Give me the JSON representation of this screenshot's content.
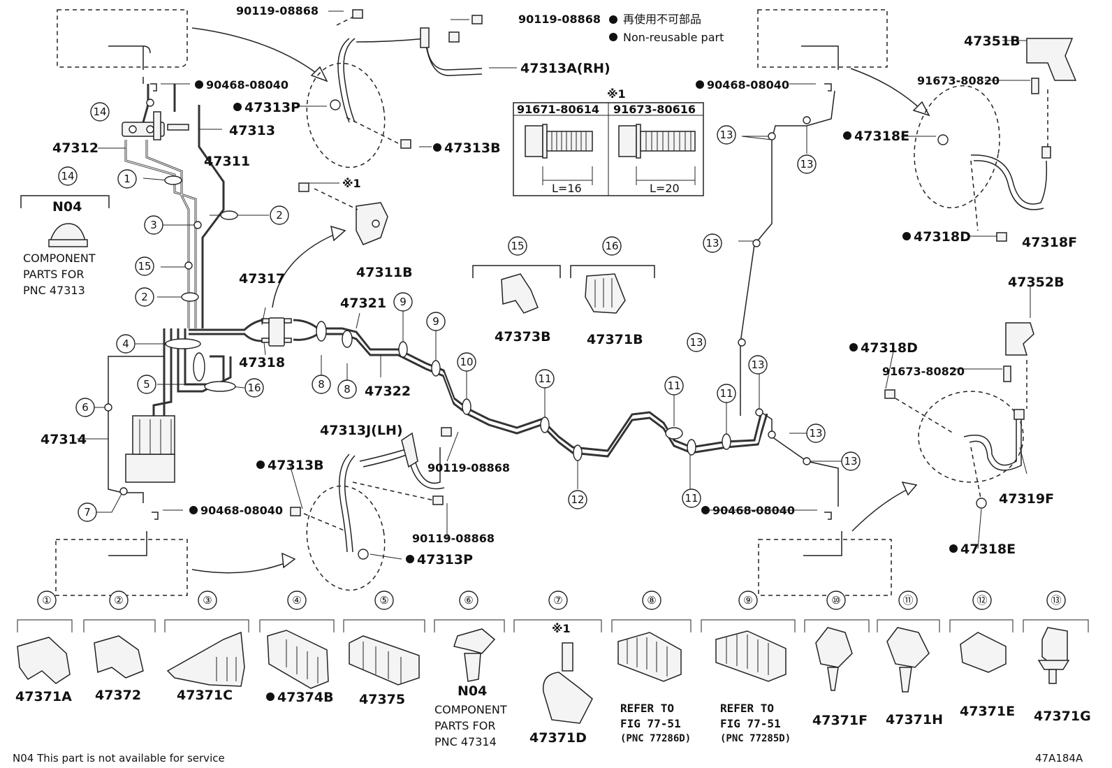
{
  "legend": {
    "jp": "再使用不可部品",
    "en": "Non-reusable part"
  },
  "note": {
    "marker": "※1",
    "bolt_a_pn": "91671-80614",
    "bolt_a_len": "L=16",
    "bolt_b_pn": "91673-80616",
    "bolt_b_len": "L=20"
  },
  "labels": {
    "p90119_top1": "90119-08868",
    "p90119_top2": "90119-08868",
    "p47313A": "47313A(RH)",
    "p90468_lt": "90468-08040",
    "p47313P_top": "47313P",
    "p47313": "47313",
    "p47312": "47312",
    "p47313B_top": "47313B",
    "p47311": "47311",
    "n04_a": "N04",
    "comp_a1": "COMPONENT",
    "comp_a2": "PARTS FOR",
    "comp_a3": "PNC 47313",
    "p47311B": "47311B",
    "p47317": "47317",
    "p47318": "47318",
    "p47321": "47321",
    "p47322": "47322",
    "p47314": "47314",
    "p47373B": "47373B",
    "p47371B": "47371B",
    "p90468_rt": "90468-08040",
    "p47351B": "47351B",
    "p91673_top": "91673-80820",
    "p47318E_top": "47318E",
    "p47318D_top": "47318D",
    "p47318F": "47318F",
    "p47352B": "47352B",
    "p47318D_bot": "47318D",
    "p91673_bot": "91673-80820",
    "p47319F": "47319F",
    "p47318E_bot": "47318E",
    "p47313J": "47313J(LH)",
    "p90119_lh1": "90119-08868",
    "p90119_lh2": "90119-08868",
    "p47313B_bot": "47313B",
    "p90468_lb": "90468-08040",
    "p47313P_bot": "47313P",
    "p90468_rb": "90468-08040",
    "mark_x1": "※1"
  },
  "catalog": [
    {
      "num": "①",
      "part": "47371A"
    },
    {
      "num": "②",
      "part": "47372"
    },
    {
      "num": "③",
      "part": "47371C"
    },
    {
      "num": "④",
      "part": "47374B"
    },
    {
      "num": "⑤",
      "part": "47375"
    },
    {
      "num": "⑥",
      "part": "N04"
    },
    {
      "num": "⑦",
      "part": "47371D"
    },
    {
      "num": "⑧",
      "part": ""
    },
    {
      "num": "⑨",
      "part": ""
    },
    {
      "num": "⑩",
      "part": "47371F"
    },
    {
      "num": "⑪",
      "part": "47371H"
    },
    {
      "num": "⑫",
      "part": "47371E"
    },
    {
      "num": "⑬",
      "part": "47371G"
    }
  ],
  "catalog_text": {
    "comp6_1": "COMPONENT",
    "comp6_2": "PARTS FOR",
    "comp6_3": "PNC 47314",
    "ref8_1": "REFER TO",
    "ref8_2": "FIG 77-51",
    "ref8_3": "(PNC 77286D)",
    "ref9_1": "REFER TO",
    "ref9_2": "FIG 77-51",
    "ref9_3": "(PNC 77285D)",
    "mark7": "※1"
  },
  "footer": {
    "note": "N04 This part is not available for service",
    "code": "47A184A"
  },
  "callouts": {
    "c1": "1",
    "c2": "2",
    "c3": "3",
    "c4": "4",
    "c5": "5",
    "c6": "6",
    "c7": "7",
    "c8": "8",
    "c9": "9",
    "c10": "10",
    "c11": "11",
    "c12": "12",
    "c13": "13",
    "c14": "14",
    "c15": "15",
    "c16": "16"
  }
}
